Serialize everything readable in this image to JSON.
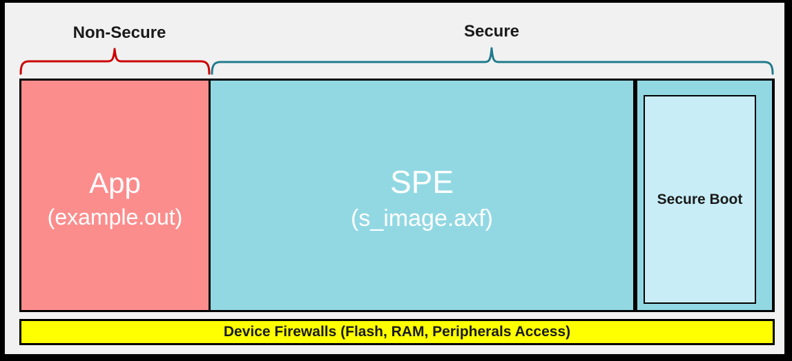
{
  "diagram": {
    "regions": {
      "non_secure": {
        "label": "Non-Secure"
      },
      "secure": {
        "label": "Secure"
      }
    },
    "blocks": {
      "app": {
        "title": "App",
        "subtitle": "(example.out)"
      },
      "spe": {
        "title": "SPE",
        "subtitle": "(s_image.axf)"
      },
      "secure_boot": {
        "label": "Secure Boot"
      }
    },
    "firewall_bar": {
      "label": "Device Firewalls (Flash, RAM, Peripherals Access)"
    }
  },
  "colors": {
    "frame": "#000000",
    "background": "#F1F1F1",
    "non_secure_accent": "#CC0000",
    "secure_accent": "#1F7A8C",
    "app_fill": "#FC8D8D",
    "spe_fill": "#92D8E3",
    "secure_boot_fill": "#C8EDF6",
    "firewall_fill": "#FFFF00",
    "block_text": "#FFFFFF",
    "label_text": "#1A1A1A"
  }
}
